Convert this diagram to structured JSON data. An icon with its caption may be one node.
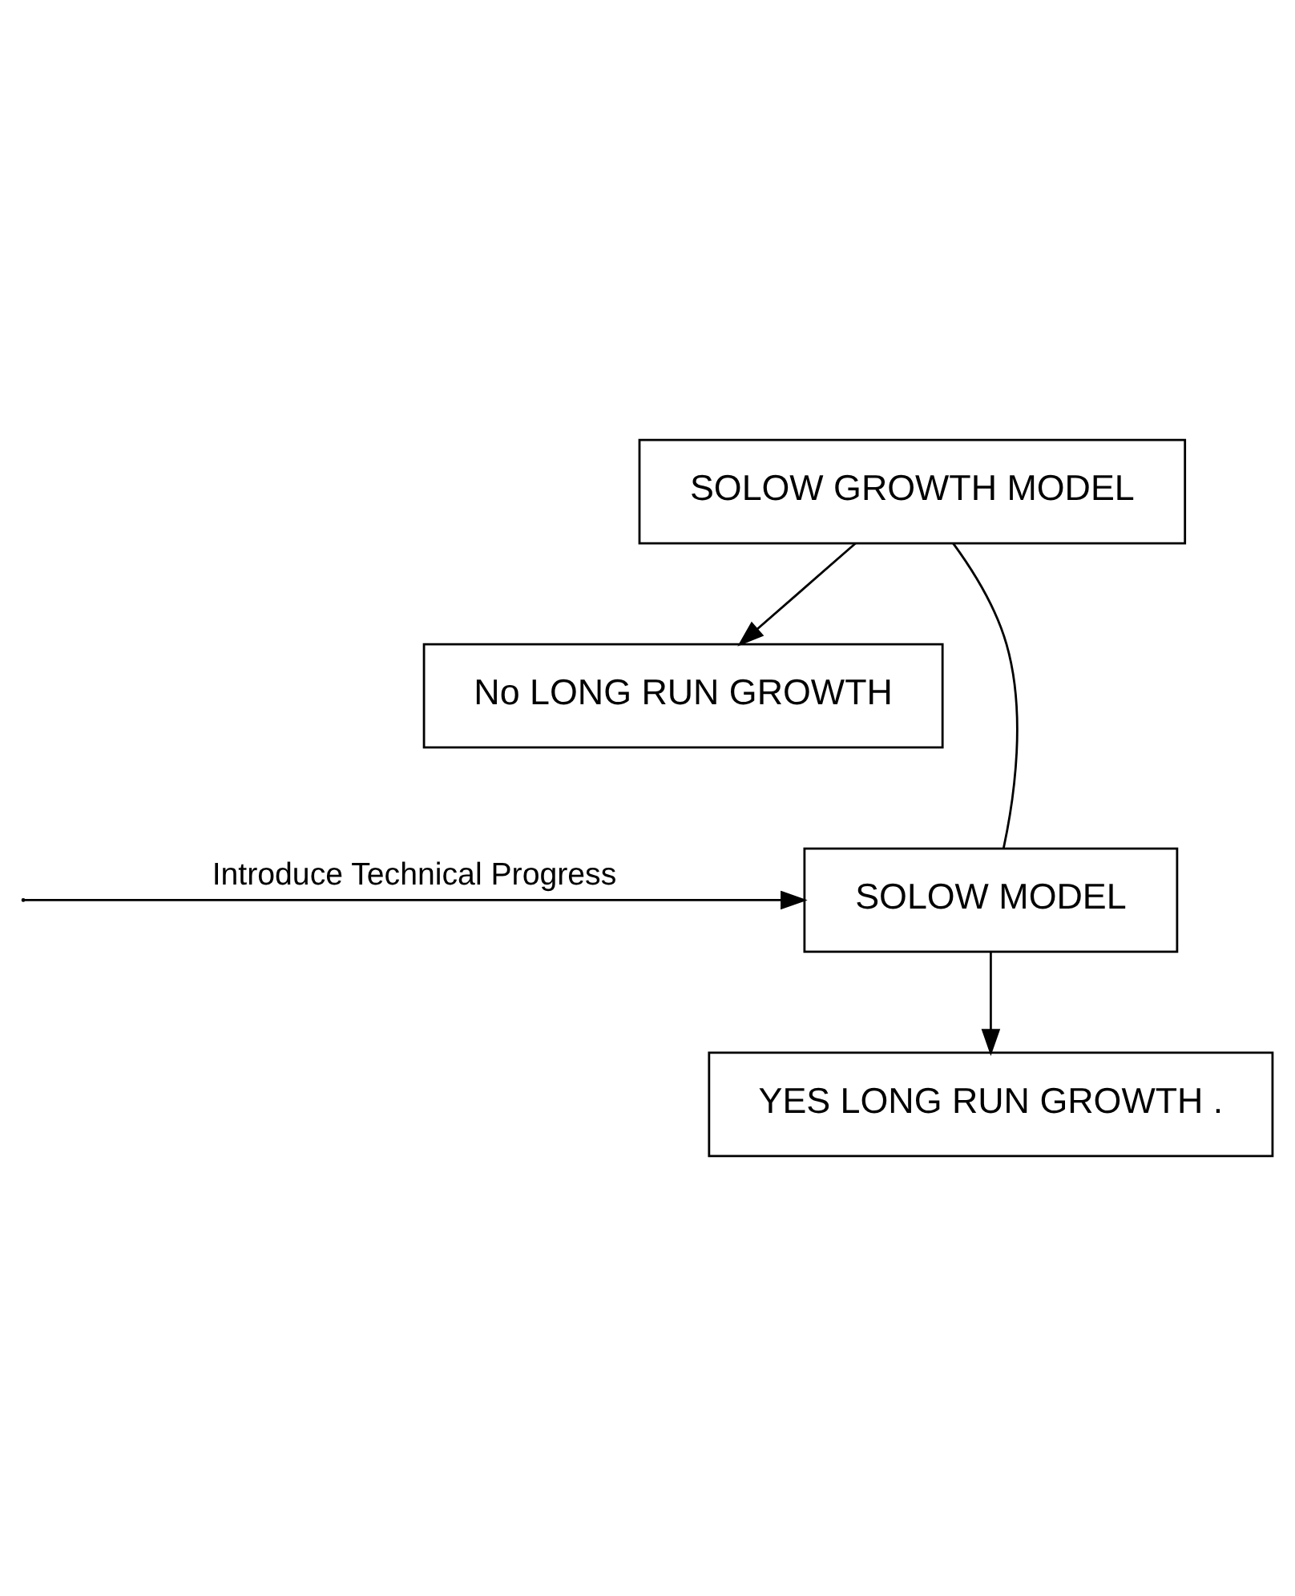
{
  "diagram": {
    "nodes": [
      {
        "text": [
          "SOLOW GROWTH MODEL"
        ]
      },
      {
        "text": [
          "No LONG RUN GROWTH"
        ]
      },
      {
        "text": [
          "SOLOW MODEL"
        ]
      },
      {
        "text": [
          "YES LONG RUN GROWTH ."
        ]
      }
    ],
    "edges": [
      {
        "from": 0,
        "to": 1,
        "arrow": "to"
      },
      {
        "from": 0,
        "to": 2,
        "arrow": "none"
      },
      {
        "from": null,
        "to": 2,
        "arrow": "to",
        "label": "Introduce Technical Progress"
      },
      {
        "from": 2,
        "to": 3,
        "arrow": "to"
      }
    ]
  }
}
